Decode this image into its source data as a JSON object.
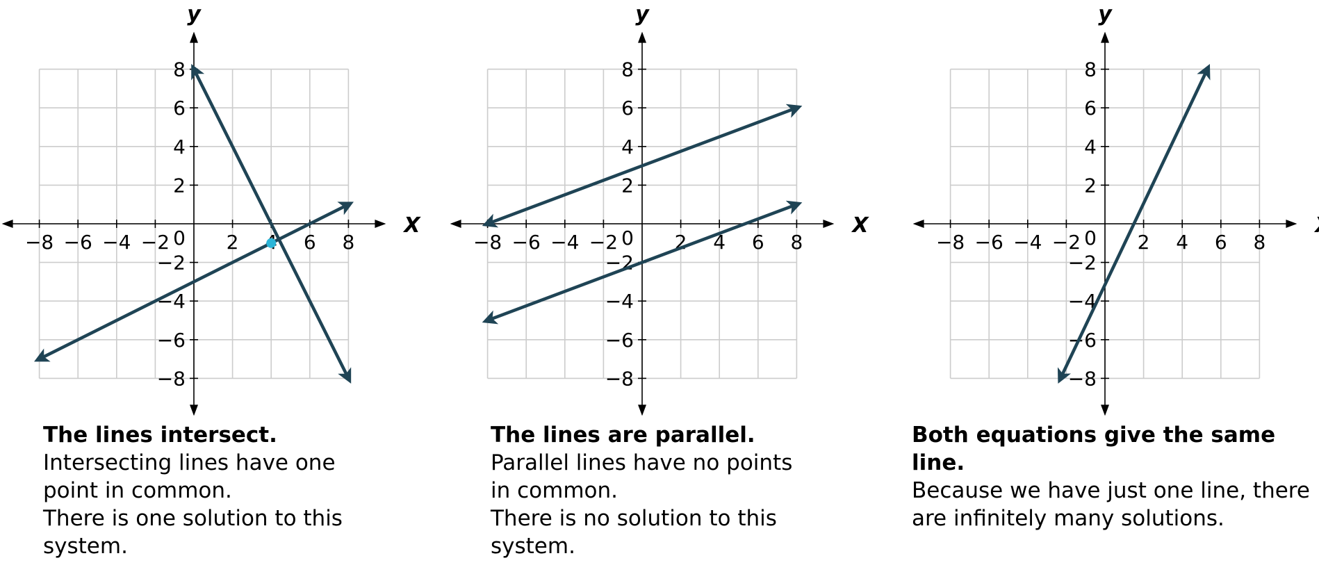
{
  "chart_data": [
    {
      "type": "line",
      "xlabel": "X",
      "ylabel": "y",
      "xlim": [
        -8,
        8
      ],
      "ylim": [
        -8,
        8
      ],
      "grid": true,
      "x_ticks": [
        -8,
        -6,
        -4,
        -2,
        2,
        4,
        6,
        8
      ],
      "x_tick_labels": [
        "−8",
        "−6",
        "−4",
        "−2",
        "2",
        "4",
        "6",
        "8"
      ],
      "y_ticks": [
        8,
        6,
        4,
        2,
        -2,
        -4,
        -6,
        -8
      ],
      "y_tick_labels": [
        "8",
        "6",
        "4",
        "2",
        "−2",
        "−4",
        "−6",
        "−8"
      ],
      "origin_label": "0",
      "series": [
        {
          "points": [
            [
              -8,
              -7
            ],
            [
              8,
              1
            ]
          ],
          "color": "#1f4455"
        },
        {
          "points": [
            [
              0,
              8
            ],
            [
              8,
              -8
            ]
          ],
          "color": "#1f4455"
        }
      ],
      "highlight_points": [
        {
          "x": 4,
          "y": -1,
          "color": "#2bb5d8"
        }
      ]
    },
    {
      "type": "line",
      "xlabel": "X",
      "ylabel": "y",
      "xlim": [
        -8,
        8
      ],
      "ylim": [
        -8,
        8
      ],
      "grid": true,
      "x_ticks": [
        -8,
        -6,
        -4,
        -2,
        2,
        4,
        6,
        8
      ],
      "x_tick_labels": [
        "−8",
        "−6",
        "−4",
        "−2",
        "2",
        "4",
        "6",
        "8"
      ],
      "y_ticks": [
        8,
        6,
        4,
        2,
        -2,
        -4,
        -6,
        -8
      ],
      "y_tick_labels": [
        "8",
        "6",
        "4",
        "2",
        "−2",
        "−4",
        "−6",
        "−8"
      ],
      "origin_label": "0",
      "series": [
        {
          "points": [
            [
              -8,
              0
            ],
            [
              8,
              6
            ]
          ],
          "color": "#1f4455"
        },
        {
          "points": [
            [
              -8,
              -5
            ],
            [
              8,
              1
            ]
          ],
          "color": "#1f4455"
        }
      ],
      "highlight_points": []
    },
    {
      "type": "line",
      "xlabel": "X",
      "ylabel": "y",
      "xlim": [
        -8,
        8
      ],
      "ylim": [
        -8,
        8
      ],
      "grid": true,
      "x_ticks": [
        -8,
        -6,
        -4,
        -2,
        2,
        4,
        6,
        8
      ],
      "x_tick_labels": [
        "−8",
        "−6",
        "−4",
        "−2",
        "2",
        "4",
        "6",
        "8"
      ],
      "y_ticks": [
        8,
        6,
        4,
        2,
        -2,
        -4,
        -6,
        -8
      ],
      "y_tick_labels": [
        "8",
        "6",
        "4",
        "2",
        "−2",
        "−4",
        "−6",
        "−8"
      ],
      "origin_label": "0",
      "series": [
        {
          "points": [
            [
              -2.3,
              -8
            ],
            [
              5.3,
              8
            ]
          ],
          "color": "#1f4455"
        }
      ],
      "highlight_points": []
    }
  ],
  "captions": [
    {
      "title": "The lines intersect.",
      "lines": [
        "Intersecting lines have one",
        "point in common.",
        "There is one solution to this",
        "system."
      ]
    },
    {
      "title": "The lines are parallel.",
      "lines": [
        "Parallel lines have no points",
        "in common.",
        "There is no solution to this",
        "system."
      ]
    },
    {
      "title": "Both equations give the same line.",
      "lines": [
        "Because we have just one line, there",
        "are infinitely many solutions."
      ]
    }
  ]
}
